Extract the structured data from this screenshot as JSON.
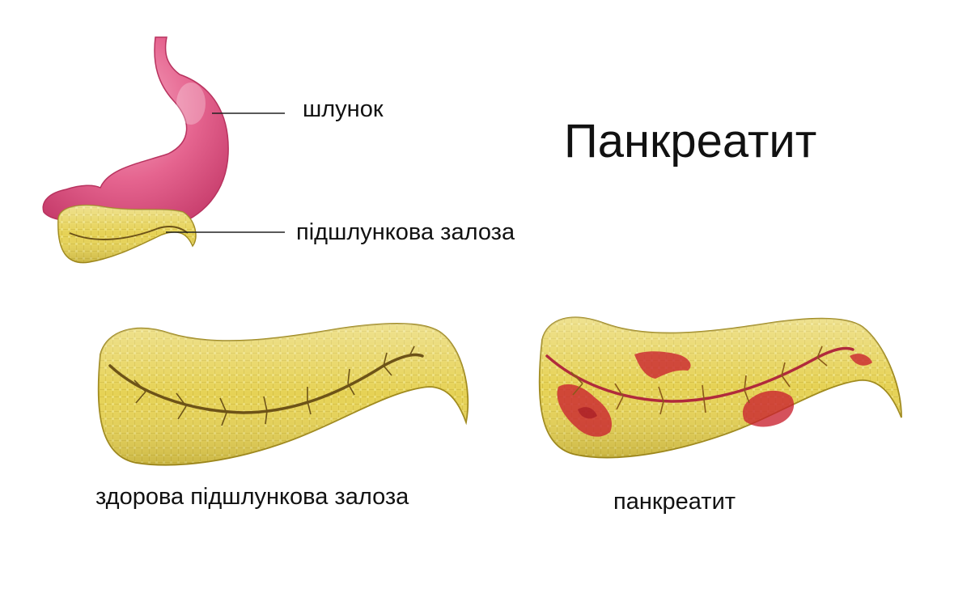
{
  "title": "Панкреатит",
  "labels": {
    "stomach": "шлунок",
    "pancreas": "підшлункова залоза"
  },
  "captions": {
    "healthy": "здорова підшлункова залоза",
    "inflamed": "панкреатит"
  },
  "colors": {
    "stomach": "#e5648f",
    "pancreas": "#e6d255",
    "pancreas_edge": "#a08a1c",
    "duct_healthy": "#6d5318",
    "duct_inflamed": "#b02a3c",
    "lesion": "#c9202e"
  },
  "figures": [
    {
      "name": "stomach-with-pancreas",
      "lesion_count": 0
    },
    {
      "name": "healthy-pancreas",
      "lesion_count": 0
    },
    {
      "name": "inflamed-pancreas",
      "lesion_count": 5
    }
  ]
}
